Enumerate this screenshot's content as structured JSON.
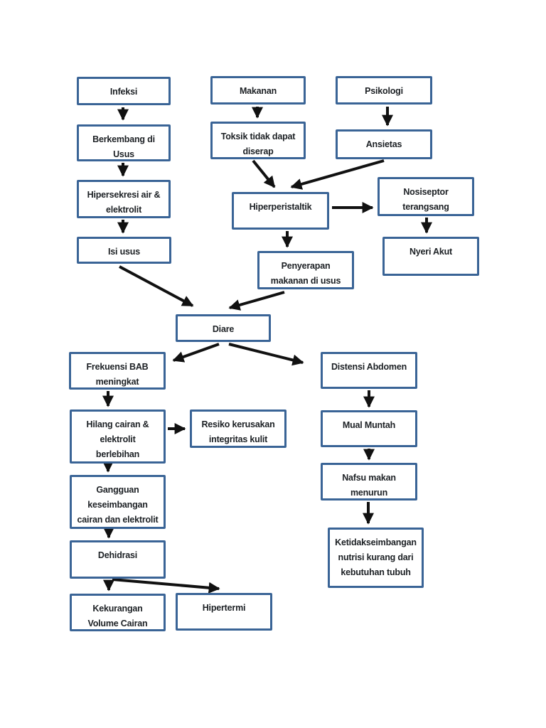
{
  "page": {
    "background_color": "#ffffff",
    "box_border_color": "#3a6496",
    "box_text_color": "#1c2024",
    "arrow_color": "#111111"
  },
  "diagram": {
    "type": "flowchart",
    "language": "Indonesian",
    "topic": "Pathway Diare (diarrhea pathophysiology concept map)",
    "nodes": [
      {
        "id": "infeksi",
        "label": "Infeksi"
      },
      {
        "id": "makanan",
        "label": "Makanan"
      },
      {
        "id": "psikologi",
        "label": "Psikologi"
      },
      {
        "id": "berkembang-di-usus",
        "label": "Berkembang di\nUsus"
      },
      {
        "id": "toksik-tidak-dapat-diserap",
        "label": "Toksik tidak dapat\ndiserap"
      },
      {
        "id": "ansietas",
        "label": "Ansietas"
      },
      {
        "id": "hipersekresi-air-elektrolit",
        "label": "Hipersekresi air &\nelektrolit"
      },
      {
        "id": "hiperperistaltik",
        "label": "Hiperperistaltik"
      },
      {
        "id": "nosiseptor-terangsang",
        "label": "Nosiseptor\nterangsang"
      },
      {
        "id": "isi-usus",
        "label": "Isi usus"
      },
      {
        "id": "penyerapan-makanan-di-usus",
        "label": "Penyerapan\nmakanan di usus"
      },
      {
        "id": "nyeri-akut",
        "label": "Nyeri Akut"
      },
      {
        "id": "diare",
        "label": "Diare"
      },
      {
        "id": "frekuensi-bab-meningkat",
        "label": "Frekuensi BAB\nmeningkat"
      },
      {
        "id": "distensi-abdomen",
        "label": "Distensi Abdomen"
      },
      {
        "id": "hilang-cairan-elektrolit-berlebihan",
        "label": "Hilang cairan &\nelektrolit\nberlebihan"
      },
      {
        "id": "resiko-kerusakan-integritas-kulit",
        "label": "Resiko kerusakan\nintegritas kulit"
      },
      {
        "id": "mual-muntah",
        "label": "Mual Muntah"
      },
      {
        "id": "gangguan-keseimbangan",
        "label": "Gangguan\nkeseimbangan\ncairan dan elektrolit"
      },
      {
        "id": "nafsu-makan-menurun",
        "label": "Nafsu makan\nmenurun"
      },
      {
        "id": "dehidrasi",
        "label": "Dehidrasi"
      },
      {
        "id": "ketidakseimbangan-nutrisi",
        "label": "Ketidakseimbangan\nnutrisi kurang dari\nkebutuhan tubuh"
      },
      {
        "id": "kekurangan-volume-cairan",
        "label": "Kekurangan\nVolume Cairan"
      },
      {
        "id": "hipertermi",
        "label": "Hipertermi"
      }
    ],
    "edges": [
      {
        "from": "infeksi",
        "to": "berkembang-di-usus"
      },
      {
        "from": "berkembang-di-usus",
        "to": "hipersekresi-air-elektrolit"
      },
      {
        "from": "hipersekresi-air-elektrolit",
        "to": "isi-usus"
      },
      {
        "from": "makanan",
        "to": "toksik-tidak-dapat-diserap"
      },
      {
        "from": "toksik-tidak-dapat-diserap",
        "to": "hiperperistaltik"
      },
      {
        "from": "psikologi",
        "to": "ansietas"
      },
      {
        "from": "ansietas",
        "to": "hiperperistaltik"
      },
      {
        "from": "hiperperistaltik",
        "to": "nosiseptor-terangsang"
      },
      {
        "from": "nosiseptor-terangsang",
        "to": "nyeri-akut"
      },
      {
        "from": "hiperperistaltik",
        "to": "penyerapan-makanan-di-usus"
      },
      {
        "from": "isi-usus",
        "to": "diare"
      },
      {
        "from": "penyerapan-makanan-di-usus",
        "to": "diare"
      },
      {
        "from": "diare",
        "to": "frekuensi-bab-meningkat"
      },
      {
        "from": "diare",
        "to": "distensi-abdomen"
      },
      {
        "from": "frekuensi-bab-meningkat",
        "to": "hilang-cairan-elektrolit-berlebihan"
      },
      {
        "from": "hilang-cairan-elektrolit-berlebihan",
        "to": "resiko-kerusakan-integritas-kulit"
      },
      {
        "from": "hilang-cairan-elektrolit-berlebihan",
        "to": "gangguan-keseimbangan"
      },
      {
        "from": "gangguan-keseimbangan",
        "to": "dehidrasi"
      },
      {
        "from": "dehidrasi",
        "to": "kekurangan-volume-cairan"
      },
      {
        "from": "dehidrasi",
        "to": "hipertermi"
      },
      {
        "from": "distensi-abdomen",
        "to": "mual-muntah"
      },
      {
        "from": "mual-muntah",
        "to": "nafsu-makan-menurun"
      },
      {
        "from": "nafsu-makan-menurun",
        "to": "ketidakseimbangan-nutrisi"
      }
    ]
  }
}
